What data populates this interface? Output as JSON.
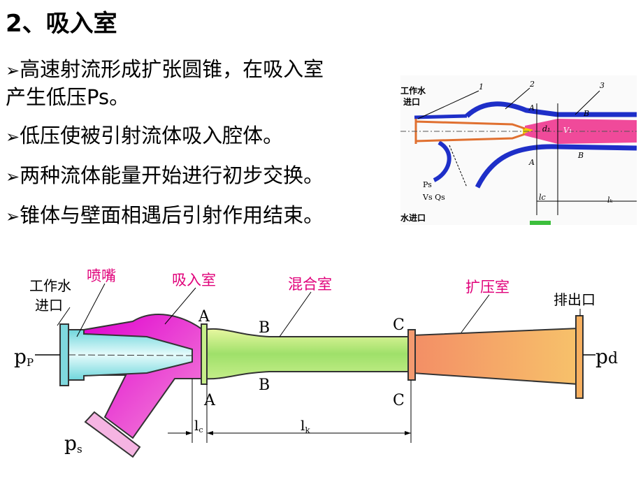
{
  "title": "2、吸入室",
  "bullets": [
    {
      "prefix": "➢",
      "lines": [
        "高速射流形成扩张圆锥，在吸入室",
        "产生低压Ps。"
      ]
    },
    {
      "prefix": "➢",
      "lines": [
        "低压使被引射流体吸入腔体。"
      ]
    },
    {
      "prefix": "➢",
      "lines": [
        "两种流体能量开始进行初步交换。"
      ]
    },
    {
      "prefix": "➢",
      "lines": [
        "锥体与壁面相遇后引射作用结束。"
      ]
    }
  ],
  "inset_diagram": {
    "inlet_label_1": "工作水",
    "inlet_label_2": "进口",
    "num_1": "1",
    "num_2": "2",
    "num_3": "3",
    "A_top": "A",
    "A_bottom": "A",
    "B_top": "B",
    "B_bottom": "B",
    "d1": "d₁",
    "v1": "V₁",
    "ps": "Ps",
    "vs_qs": "Vs  Qs",
    "lc": "lc",
    "lk": "lₖ",
    "bottom_label": "水进口"
  },
  "main_diagram": {
    "inlet_label_1": "工作水",
    "inlet_label_2": "进口",
    "nozzle": "喷嘴",
    "suction_chamber": "吸入室",
    "mixing_chamber": "混合室",
    "diffuser": "扩压室",
    "outlet": "排出口",
    "pp": "pP",
    "ps": "ps",
    "pd": "pd",
    "A_top": "A",
    "A_bottom": "A",
    "B_top": "B",
    "B_bottom": "B",
    "C_top": "C",
    "C_bottom": "C",
    "lc": "lc",
    "lk": "lk",
    "colors": {
      "label_magenta": "#e0007a",
      "suction": "#e81fd0",
      "nozzle": "#9be8ea",
      "mixing": "#a8e66a",
      "diffuser": "#f3a070"
    }
  }
}
